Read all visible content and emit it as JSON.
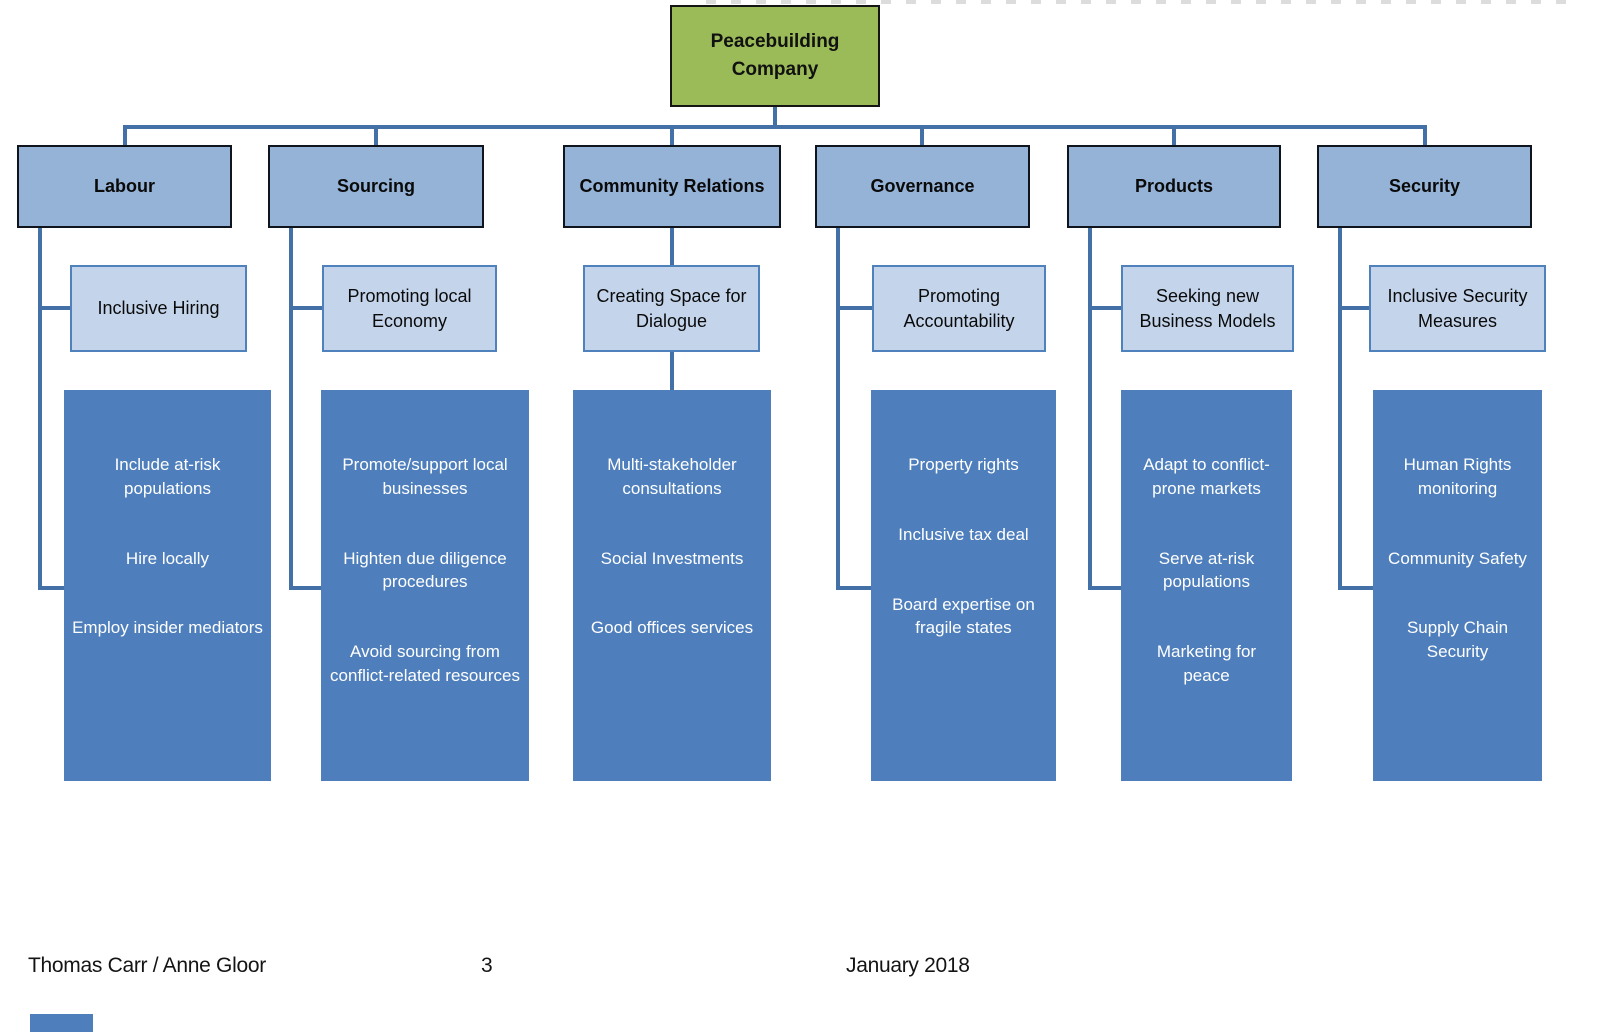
{
  "root": {
    "label": "Peacebuilding Company"
  },
  "branches": [
    {
      "label": "Labour",
      "sub": "Inclusive Hiring",
      "items": [
        "Include at-risk populations",
        "Hire locally",
        "Employ insider mediators"
      ]
    },
    {
      "label": "Sourcing",
      "sub": "Promoting local Economy",
      "items": [
        "Promote/support local businesses",
        "Highten due diligence procedures",
        "Avoid sourcing from conflict-related resources"
      ]
    },
    {
      "label": "Community Relations",
      "sub": "Creating Space for Dialogue",
      "items": [
        "Multi-stakeholder consultations",
        "Social Investments",
        "Good offices services"
      ]
    },
    {
      "label": "Governance",
      "sub": "Promoting Accountability",
      "items": [
        "Property rights",
        "Inclusive tax deal",
        "Board expertise on fragile states"
      ]
    },
    {
      "label": "Products",
      "sub": "Seeking new Business Models",
      "items": [
        "Adapt to conflict-prone markets",
        "Serve at-risk populations",
        "Marketing for peace"
      ]
    },
    {
      "label": "Security",
      "sub": "Inclusive Security Measures",
      "items": [
        "Human Rights monitoring",
        "Community Safety",
        "Supply Chain Security"
      ]
    }
  ],
  "footer": {
    "authors": "Thomas Carr / Anne Gloor",
    "page_number": "3",
    "date": "January 2018"
  },
  "colors": {
    "root_fill": "#9BBB59",
    "category_fill": "#95B3D7",
    "sub_fill": "#C4D5EB",
    "detail_fill": "#4E7FBC",
    "connector": "#4470A8",
    "sub_border": "#4F81BD"
  }
}
